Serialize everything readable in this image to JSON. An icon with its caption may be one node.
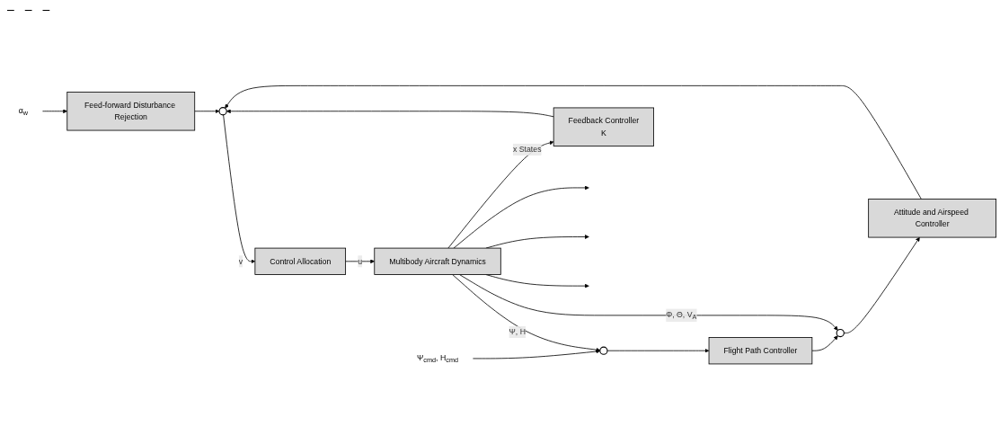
{
  "diagram": {
    "nodes": [
      {
        "text": [
          "α$_{w}$"
        ]
      },
      {
        "text": [
          "Feed-forward Disturbance Rejection"
        ]
      },
      {
        "text": [
          "Ψ$_{cmd}$, H$_{cmd}$"
        ]
      },
      {
        "text": [],
        "shape": "circle"
      },
      {
        "text": [
          "Flight Path Controller"
        ]
      },
      {
        "text": [],
        "shape": "circle"
      },
      {
        "text": [
          "Attitude and Airspeed Controller"
        ]
      },
      {
        "text": [],
        "shape": "circle"
      },
      {
        "text": [
          "Control Allocation"
        ]
      },
      {
        "text": [
          "Multibody Aircraft Dynamics"
        ]
      },
      {
        "text": [
          "Feedback Controller",
          "K"
        ]
      }
    ],
    "edges": [
      {
        "from": 0,
        "to": 1,
        "arrow": "to"
      },
      {
        "from": 2,
        "to": 3,
        "arrow": "to"
      },
      {
        "from": 3,
        "to": 4,
        "arrow": "to"
      },
      {
        "from": 4,
        "to": 5,
        "arrow": "to"
      },
      {
        "from": 5,
        "to": 6,
        "arrow": "to"
      },
      {
        "from": 6,
        "to": 7,
        "arrow": "to"
      },
      {
        "from": 1,
        "to": 7,
        "arrow": "to"
      },
      {
        "from": 7,
        "to": 8,
        "arrow": "to",
        "label": "v"
      },
      {
        "from": 8,
        "to": 9,
        "arrow": "to",
        "label": "u"
      },
      {
        "from": 9,
        "to": null,
        "arrow": "to"
      },
      {
        "from": 9,
        "to": null,
        "arrow": "to"
      },
      {
        "from": 9,
        "to": null,
        "arrow": "to"
      },
      {
        "from": 9,
        "to": 10,
        "arrow": "to",
        "label": "x States"
      },
      {
        "from": 10,
        "to": 7,
        "arrow": "to"
      },
      {
        "from": 9,
        "to": 5,
        "arrow": "to",
        "label": "Φ, Θ, V$_{A}$"
      },
      {
        "from": 9,
        "to": 3,
        "arrow": "to",
        "label": "Ψ, H"
      }
    ],
    "labels": [
      "–",
      "–",
      "–"
    ]
  }
}
